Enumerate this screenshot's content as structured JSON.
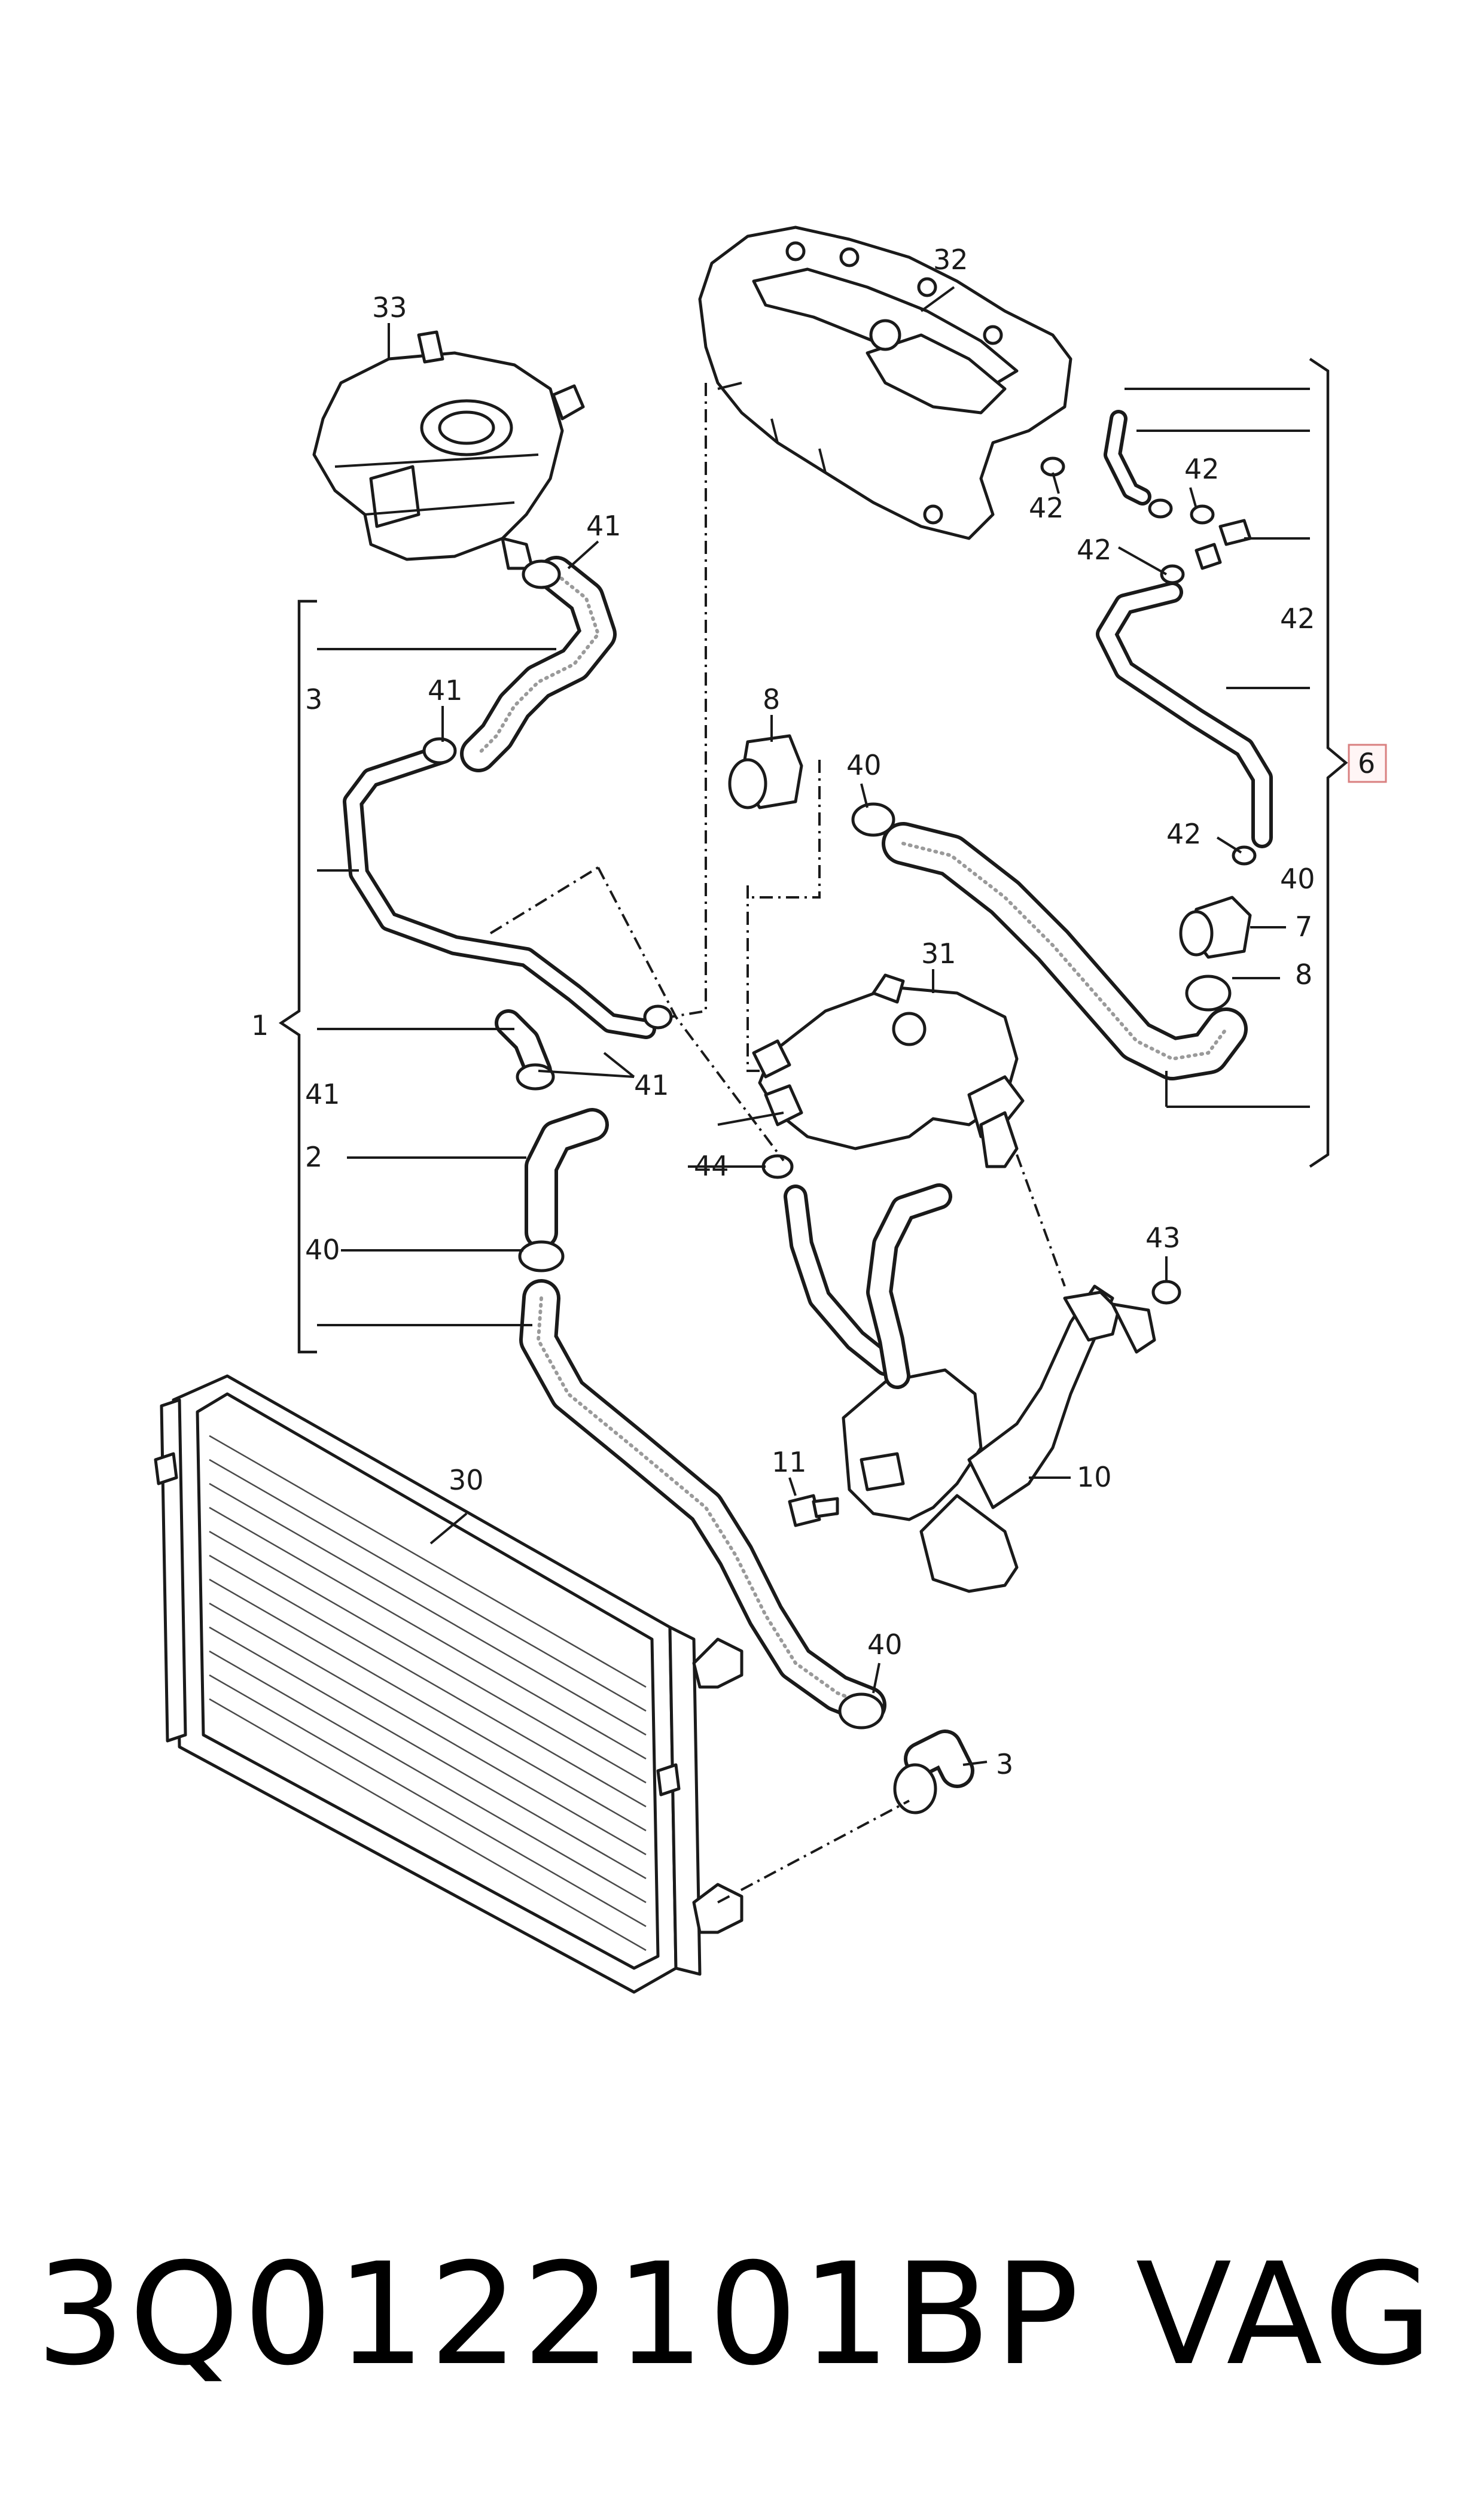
{
  "callouts": {
    "c1": "1",
    "c2": "2",
    "c3a": "3",
    "c3b": "3",
    "c6": "6",
    "c7": "7",
    "c8a": "8",
    "c8b": "8",
    "c10": "10",
    "c11": "11",
    "c30": "30",
    "c31": "31",
    "c32": "32",
    "c33": "33",
    "c40a": "40",
    "c40b": "40",
    "c40c": "40",
    "c40d": "40",
    "c41a": "41",
    "c41b": "41",
    "c41c": "41",
    "c41d": "41",
    "c42a": "42",
    "c42b": "42",
    "c42c": "42",
    "c42d": "42",
    "c42e": "42",
    "c43": "43",
    "c44": "44"
  },
  "footer": {
    "part_number": "3Q0122101BP",
    "brand": "VAG"
  },
  "colors": {
    "line": "#1a1a1a",
    "highlight_box": "#d98080",
    "background": "#ffffff"
  }
}
